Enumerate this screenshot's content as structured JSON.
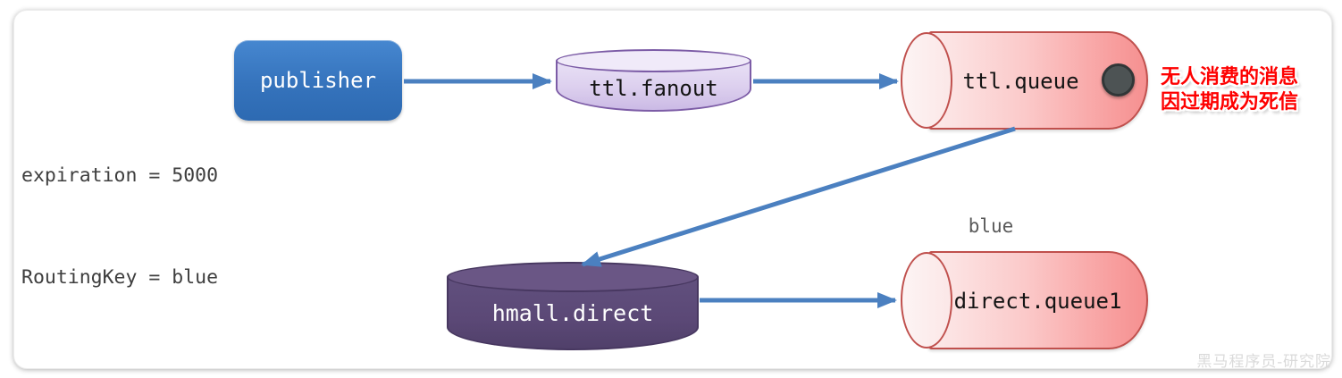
{
  "diagram": {
    "params": {
      "line1": "expiration = 5000",
      "line2": "RoutingKey = blue"
    },
    "nodes": {
      "publisher": {
        "label": "publisher"
      },
      "ttl_fanout": {
        "label": "ttl.fanout"
      },
      "ttl_queue": {
        "label": "ttl.queue"
      },
      "hmall_direct": {
        "label": "hmall.direct"
      },
      "direct_queue1": {
        "label": "direct.queue1"
      }
    },
    "edges": [
      {
        "from": "publisher",
        "to": "ttl.fanout"
      },
      {
        "from": "ttl.fanout",
        "to": "ttl.queue"
      },
      {
        "from": "ttl.queue",
        "to": "hmall.direct"
      },
      {
        "from": "hmall.direct",
        "to": "direct.queue1"
      }
    ],
    "note": {
      "line1": "无人消费的消息",
      "line2": "因过期成为死信"
    },
    "binding_label": "blue",
    "watermark": "黑马程序员-研究院",
    "colors": {
      "arrow": "#4b80c0",
      "publisher_fill_top": "#4687d0",
      "publisher_fill_bottom": "#2d6ab2",
      "fanout_fill": "#dccfee",
      "fanout_border": "#7c5ca6",
      "queue_fill_light": "#fcebeb",
      "queue_fill_dark": "#f59090",
      "queue_border": "#c0504d",
      "direct_exchange_fill": "#5b4876",
      "direct_exchange_border": "#473760",
      "message_dot": "#4d5354",
      "note_red": "#fe0000"
    }
  }
}
